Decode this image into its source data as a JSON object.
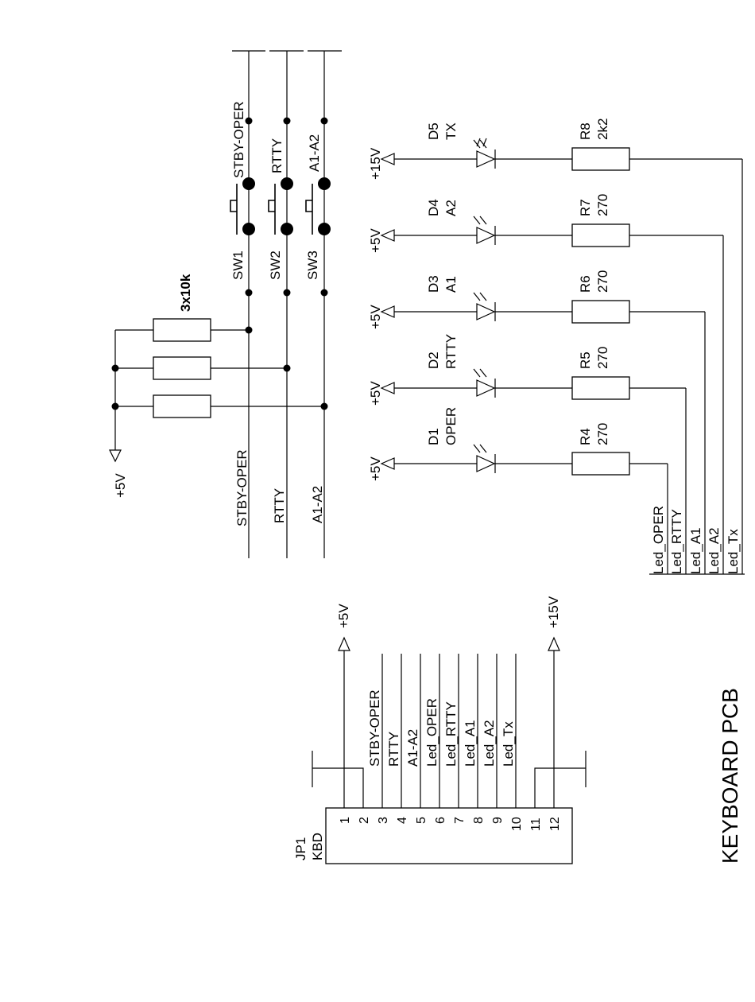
{
  "title": "KEYBOARD PCB",
  "power": {
    "v5": "+5V",
    "v15": "+15V"
  },
  "pullups": {
    "label": "3x10k"
  },
  "switches": [
    {
      "ref": "SW1",
      "net": "STBY-OPER"
    },
    {
      "ref": "SW2",
      "net": "RTTY"
    },
    {
      "ref": "SW3",
      "net": "A1-A2"
    }
  ],
  "leds": [
    {
      "ref": "D1",
      "name": "OPER",
      "supply": "+5V",
      "res_ref": "R4",
      "res_val": "270",
      "net": "Led_OPER"
    },
    {
      "ref": "D2",
      "name": "RTTY",
      "supply": "+5V",
      "res_ref": "R5",
      "res_val": "270",
      "net": "Led_RTTY"
    },
    {
      "ref": "D3",
      "name": "A1",
      "supply": "+5V",
      "res_ref": "R6",
      "res_val": "270",
      "net": "Led_A1"
    },
    {
      "ref": "D4",
      "name": "A2",
      "supply": "+5V",
      "res_ref": "R7",
      "res_val": "270",
      "net": "Led_A2"
    },
    {
      "ref": "D5",
      "name": "TX",
      "supply": "+15V",
      "res_ref": "R8",
      "res_val": "2k2",
      "net": "Led_Tx"
    }
  ],
  "connector": {
    "ref": "JP1",
    "name": "KBD",
    "pins": [
      "1",
      "2",
      "3",
      "4",
      "5",
      "6",
      "7",
      "8",
      "9",
      "10",
      "11",
      "12"
    ],
    "nets": [
      "STBY-OPER",
      "RTTY",
      "A1-A2",
      "Led_OPER",
      "Led_RTTY",
      "Led_A1",
      "Led_A2",
      "Led_Tx"
    ]
  }
}
